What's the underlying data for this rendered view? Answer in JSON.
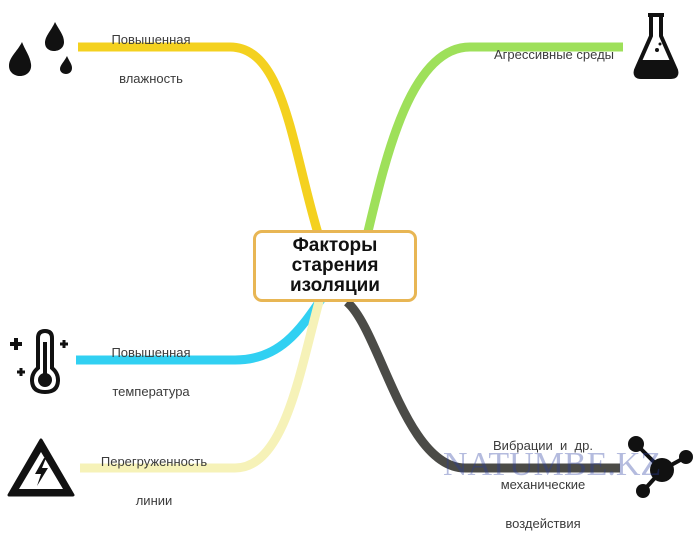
{
  "center": {
    "lines": [
      "Факторы",
      "старения",
      "изоляции"
    ],
    "border_color": "#e8b654"
  },
  "branches": [
    {
      "id": "humidity",
      "label_lines": [
        "Повышенная",
        "влажность"
      ],
      "color": "#f4d11f",
      "icon": "water-drops-icon"
    },
    {
      "id": "aggressive",
      "label_lines": [
        "Агрессивные среды"
      ],
      "color": "#9ee05a",
      "icon": "chemistry-flask-icon"
    },
    {
      "id": "temperature",
      "label_lines": [
        "Повышенная",
        "температура"
      ],
      "color": "#31d0f2",
      "icon": "thermometer-icon"
    },
    {
      "id": "overload",
      "label_lines": [
        "Перегруженность",
        "линии"
      ],
      "color": "#f6f2b8",
      "icon": "high-voltage-warning-icon"
    },
    {
      "id": "vibration",
      "label_lines": [
        "Вибрации  и  др.",
        "механические",
        "воздействия"
      ],
      "color": "#4b4b47",
      "icon": "molecule-icon"
    }
  ],
  "watermark": "NATUMBE.KZ"
}
